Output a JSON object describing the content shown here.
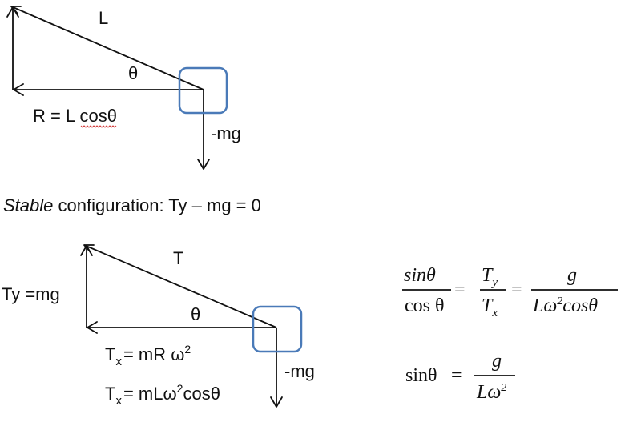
{
  "top": {
    "label_L": "L",
    "label_theta": "θ",
    "label_R_prefix": "R = L ",
    "label_R_cos": "cosθ",
    "label_mg": "-mg"
  },
  "caption": {
    "italic": "Stable",
    "rest": " configuration: Ty – mg = 0"
  },
  "bottom": {
    "label_T": "T",
    "label_Ty": "Ty =mg",
    "label_theta": "θ",
    "label_mg": "-mg",
    "tx1_T": "T",
    "tx1_sub": "x",
    "tx1_rest": "= mR ω",
    "tx1_sup": "2",
    "tx2_T": "T",
    "tx2_sub": "x",
    "tx2_rest": "= mLω",
    "tx2_sup": "2",
    "tx2_end": "cosθ"
  },
  "equations": {
    "eq1_num1": "sinθ",
    "eq1_den1": "cos θ",
    "eq1_eq": "=",
    "eq1_num2_T": "T",
    "eq1_num2_sub": "y",
    "eq1_den2_T": "T",
    "eq1_den2_sub": "x",
    "eq1_eq2": "=",
    "eq1_num3": "g",
    "eq1_den3_a": "Lω",
    "eq1_den3_sup": "2",
    "eq1_den3_b": "cosθ",
    "eq2_lhs": "sinθ",
    "eq2_eq": "=",
    "eq2_num": "g",
    "eq2_den_a": "Lω",
    "eq2_den_sup": "2"
  }
}
